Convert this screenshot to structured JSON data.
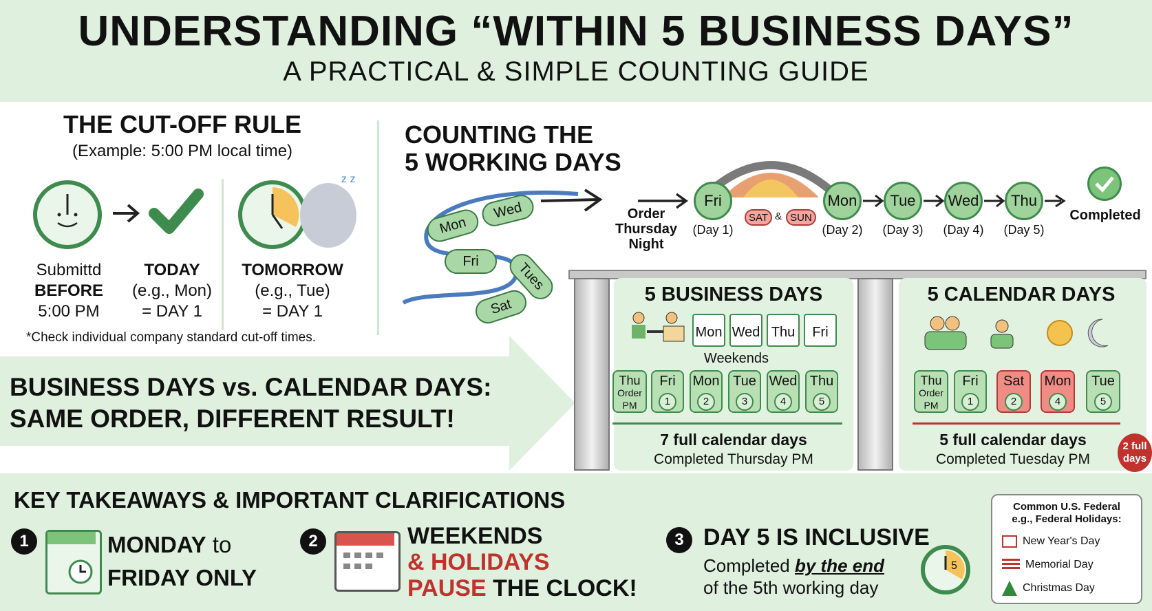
{
  "header": {
    "title": "UNDERSTANDING “WITHIN 5 BUSINESS DAYS”",
    "subtitle": "A PRACTICAL & SIMPLE COUNTING GUIDE"
  },
  "cutoff": {
    "title": "THE CUT-OFF RULE",
    "example": "(Example: 5:00 PM local time)",
    "zz": "z z",
    "submitted_1": "Submittd",
    "submitted_2": "BEFORE",
    "submitted_3": "5:00 PM",
    "today_1": "TODAY",
    "today_2": "(e.g., Mon)",
    "today_3": "= DAY 1",
    "tomorrow_1": "TOMORROW",
    "tomorrow_2": "(e.g., Tue)",
    "tomorrow_3": "= DAY 1",
    "note": "*Check individual company standard cut-off times."
  },
  "counting": {
    "title_1": "COUNTING THE",
    "title_2": "5 WORKING DAYS",
    "ribbon": [
      "Mon",
      "Wed",
      "Fri",
      "Tues",
      "Sat"
    ],
    "order_1": "Order",
    "order_2": "Thursday",
    "order_3": "Night",
    "days": [
      {
        "name": "Fri",
        "label": "(Day 1)"
      },
      {
        "name": "Mon",
        "label": "(Day 2)"
      },
      {
        "name": "Tue",
        "label": "(Day 3)"
      },
      {
        "name": "Wed",
        "label": "(Day 4)"
      },
      {
        "name": "Thu",
        "label": "(Day 5)"
      }
    ],
    "sat": "SAT",
    "amp": "&",
    "sun": "SUN",
    "completed": "Completed"
  },
  "comparison": {
    "title_1": "BUSINESS DAYS vs. CALENDAR DAYS:",
    "title_2": "SAME ORDER, DIFFERENT RESULT!"
  },
  "business": {
    "title": "5 BUSINESS DAYS",
    "calendar": [
      "Mon",
      "Wed",
      "Thu",
      "Fri"
    ],
    "weekends": "Weekends",
    "start_1": "Thu",
    "start_2": "Order",
    "start_3": "PM",
    "steps": [
      {
        "day": "Fri",
        "n": "1"
      },
      {
        "day": "Mon",
        "n": "2"
      },
      {
        "day": "Tue",
        "n": "3"
      },
      {
        "day": "Wed",
        "n": "4"
      },
      {
        "day": "Thu",
        "n": "5"
      }
    ],
    "result": "7 full calendar days",
    "completed": "Completed Thursday PM"
  },
  "calendar_days": {
    "title": "5 CALENDAR DAYS",
    "start_1": "Thu",
    "start_2": "Order",
    "start_3": "PM",
    "steps": [
      {
        "day": "Fri",
        "n": "1"
      },
      {
        "day": "Sat",
        "n": "2"
      },
      {
        "day": "Mon",
        "n": "4"
      },
      {
        "day": "Tue",
        "n": "5"
      }
    ],
    "result": "5 full calendar days",
    "completed": "Completed Tuesday PM",
    "badge_1": "2 full",
    "badge_2": "days"
  },
  "takeaways": {
    "title": "KEY TAKEAWAYS & IMPORTANT CLARIFICATIONS",
    "t1_num": "1",
    "t1_a": "MONDAY",
    "t1_b": " to",
    "t1_c": "FRIDAY ONLY",
    "t2_num": "2",
    "t2_a": "WEEKENDS",
    "t2_b": "& HOLIDAYS",
    "t2_c": "PAUSE",
    "t2_d": " THE CLOCK!",
    "t3_num": "3",
    "t3_title": "DAY 5 IS INCLUSIVE",
    "t3_a": "Completed ",
    "t3_b": "by the end",
    "t3_c": "of the 5th working day",
    "clock_label": "5"
  },
  "holidays": {
    "title_1": "Common U.S. Federal",
    "title_2": "e.g., Federal Holidays:",
    "items": [
      "New Year's Day",
      "Memorial Day",
      "Christmas Day"
    ]
  },
  "colors": {
    "green": "#3e8b4e",
    "red": "#c0322c",
    "light_green": "#dff0df"
  }
}
